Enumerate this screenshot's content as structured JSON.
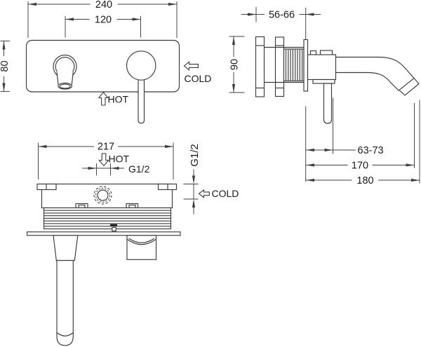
{
  "front_view": {
    "width_total": "240",
    "spacing_centers": "120",
    "height": "80",
    "cold_label": "COLD",
    "hot_label": "HOT"
  },
  "side_view": {
    "wall_depth_range": "56-66",
    "body_height": "90",
    "handle_offset_range": "63-73",
    "spout_reach": "170",
    "overall_reach": "180"
  },
  "rough_in_view": {
    "body_width": "217",
    "hot_label": "HOT",
    "hot_thread": "G1/2",
    "cold_thread": "G1/2",
    "cold_label": "COLD"
  },
  "colors": {
    "line": "#3a3a3a",
    "text": "#1b1b1b",
    "background": "#ffffff"
  }
}
